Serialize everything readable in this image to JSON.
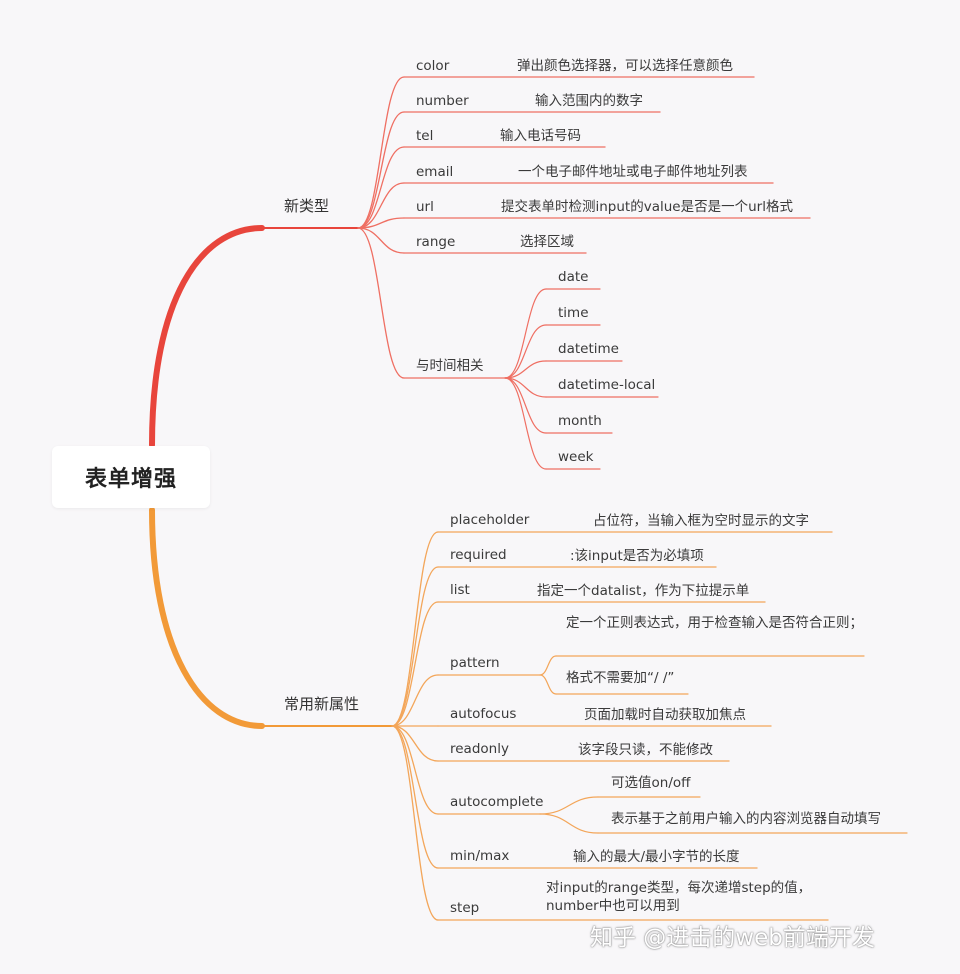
{
  "root": {
    "label": "表单增强"
  },
  "colors": {
    "branch_red": "#e8453c",
    "branch_orange": "#f29a38",
    "leaf_red": "#ef6f63",
    "leaf_orange": "#f3a65a"
  },
  "branches": [
    {
      "label": "新类型",
      "children": [
        {
          "label": "color",
          "note": "弹出颜色选择器，可以选择任意颜色"
        },
        {
          "label": "number",
          "note": "输入范围内的数字"
        },
        {
          "label": "tel",
          "note": "输入电话号码"
        },
        {
          "label": "email",
          "note": "一个电子邮件地址或电子邮件地址列表"
        },
        {
          "label": "url",
          "note": "提交表单时检测input的value是否是一个url格式"
        },
        {
          "label": "range",
          "note": "选择区域"
        },
        {
          "label": "与时间相关",
          "children": [
            "date",
            "time",
            "datetime",
            "datetime-local",
            "month",
            "week"
          ]
        }
      ]
    },
    {
      "label": "常用新属性",
      "children": [
        {
          "label": "placeholder",
          "notes": [
            "占位符，当输入框为空时显示的文字"
          ]
        },
        {
          "label": "required",
          "notes": [
            ":该input是否为必填项"
          ]
        },
        {
          "label": "list",
          "notes": [
            "指定一个datalist，作为下拉提示单"
          ]
        },
        {
          "label": "pattern",
          "notes": [
            "定一个正则表达式，用于检查输入是否符合正则；",
            "格式不需要加“/ /”"
          ]
        },
        {
          "label": "autofocus",
          "notes": [
            "页面加载时自动获取加焦点"
          ]
        },
        {
          "label": "readonly",
          "notes": [
            "该字段只读，不能修改"
          ]
        },
        {
          "label": "autocomplete",
          "notes": [
            "可选值on/off",
            "表示基于之前用户输入的内容浏览器自动填写"
          ]
        },
        {
          "label": "min/max",
          "notes": [
            "输入的最大/最小字节的长度"
          ]
        },
        {
          "label": "step",
          "notes": [
            "对input的range类型，每次递增step的值，number中也可以用到"
          ]
        }
      ]
    }
  ],
  "watermark": "知乎 @进击的web前端开发"
}
